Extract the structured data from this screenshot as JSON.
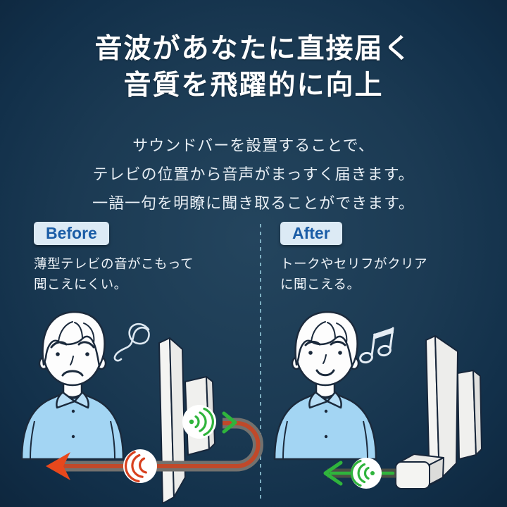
{
  "header": {
    "title_line1": "音波があなたに直接届く",
    "title_line2": "音質を飛躍的に向上",
    "subtitle_lines": [
      "サウンドバーを設置することで、",
      "テレビの位置から音声がまっすく届きます。",
      "一語一句を明瞭に聞き取ることができます。"
    ]
  },
  "before_panel": {
    "badge_label": "Before",
    "description_lines": [
      "薄型テレビの音がこもって",
      "聞こえにくい。"
    ],
    "icons": [
      "sad-person-illustration",
      "confusion-scribble-icon",
      "tv-side-view-icon",
      "sound-source-green-icon",
      "uturn-sound-path",
      "muffled-sound-red-icon",
      "red-left-arrow-icon",
      "green-chevron-icon"
    ]
  },
  "after_panel": {
    "badge_label": "After",
    "description_lines": [
      "トークやセリフがクリア",
      "に聞こえる。"
    ],
    "icons": [
      "happy-person-illustration",
      "music-note-icon",
      "tv-side-view-icon",
      "soundbar-icon",
      "clear-sound-green-icon",
      "green-left-arrow-icon"
    ]
  },
  "colors": {
    "background_dark": "#0a1f34",
    "background_light": "#24455e",
    "badge_background": "#dceaf5",
    "badge_text": "#1a5ca6",
    "accent_green": "#2fb43c",
    "accent_red_orange": "#e8481c",
    "wave_red": "#d8401e",
    "path_gray": "#73716e",
    "path_red_brown": "#c0492a",
    "shirt_blue": "#a3d5f3",
    "divider_blue": "#8fc3d4",
    "illustration_white": "#f4f4f2"
  }
}
